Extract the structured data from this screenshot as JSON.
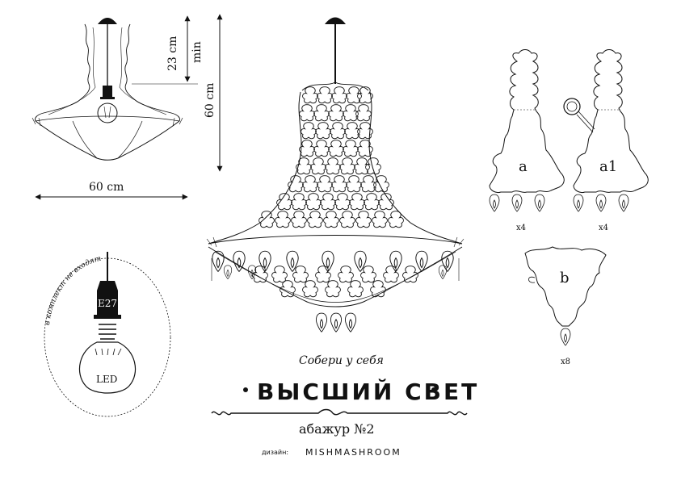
{
  "dimensions": {
    "width": "60 cm",
    "height": "60 cm",
    "drop": "23 cm",
    "drop_qualifier": "min"
  },
  "parts": [
    {
      "id": "a",
      "label": "a",
      "count": "x4"
    },
    {
      "id": "a1",
      "label": "a1",
      "count": "x4"
    },
    {
      "id": "b",
      "label": "b",
      "count": "x8"
    }
  ],
  "bulb": {
    "note": "в комплект не входят",
    "socket": "E27",
    "type": "LED"
  },
  "footer": {
    "tagline": "Собери у себя",
    "title": "ВЫСШИЙ СВЕТ",
    "shade": "абажур №2",
    "credit_label": "дизайн:",
    "credit_name": "MISHMASHROOM"
  }
}
